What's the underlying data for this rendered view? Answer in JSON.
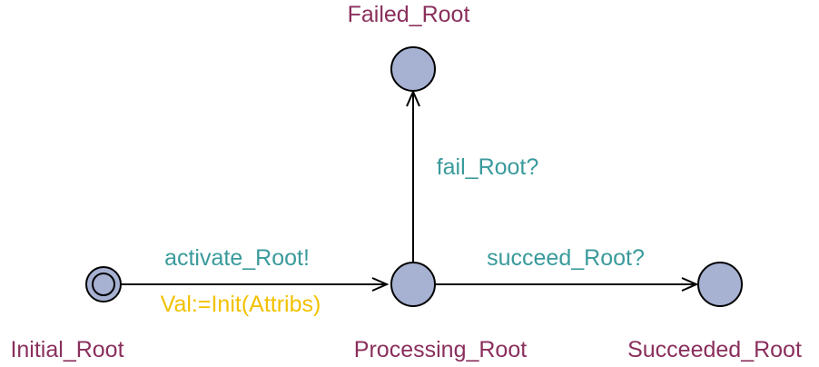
{
  "colors": {
    "background": "#ffffff",
    "location_fill": "#a7b1d2",
    "location_stroke": "#000000",
    "edge": "#000000",
    "location_name": "#8a2f5c",
    "sync_label": "#3a9a9c",
    "update_label": "#f2c100"
  },
  "locations": {
    "initial": {
      "name": "Initial_Root",
      "is_initial": true
    },
    "processing": {
      "name": "Processing_Root",
      "is_initial": false
    },
    "failed": {
      "name": "Failed_Root",
      "is_initial": false
    },
    "succeeded": {
      "name": "Succeeded_Root",
      "is_initial": false
    }
  },
  "edges": {
    "activate": {
      "from": "Initial_Root",
      "to": "Processing_Root",
      "sync": "activate_Root!",
      "update": "Val:=Init(Attribs)"
    },
    "fail": {
      "from": "Processing_Root",
      "to": "Failed_Root",
      "sync": "fail_Root?"
    },
    "succeed": {
      "from": "Processing_Root",
      "to": "Succeeded_Root",
      "sync": "succeed_Root?"
    }
  }
}
